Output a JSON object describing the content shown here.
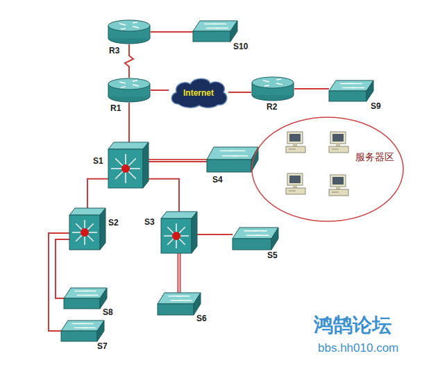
{
  "diagram": {
    "nodes": [
      {
        "text": [
          "R3"
        ]
      },
      {
        "text": [
          "S10"
        ]
      },
      {
        "text": [
          "R1"
        ]
      },
      {
        "text": [
          "Internet"
        ]
      },
      {
        "text": [
          "R2"
        ]
      },
      {
        "text": [
          "S9"
        ]
      },
      {
        "text": [
          "S1"
        ]
      },
      {
        "text": [
          "S4"
        ]
      },
      {
        "text": [
          "服务器区"
        ]
      },
      {
        "text": [
          "S2"
        ]
      },
      {
        "text": [
          "S3"
        ]
      },
      {
        "text": [
          "S5"
        ]
      },
      {
        "text": [
          "S8"
        ]
      },
      {
        "text": [
          "S7"
        ]
      },
      {
        "text": [
          "S6"
        ]
      }
    ],
    "edges": [
      {
        "from": 0,
        "to": 1,
        "arrow": "none"
      },
      {
        "from": 0,
        "to": 2,
        "arrow": "none"
      },
      {
        "from": 2,
        "to": 3,
        "arrow": "none"
      },
      {
        "from": 3,
        "to": 4,
        "arrow": "none"
      },
      {
        "from": 4,
        "to": 5,
        "arrow": "none"
      },
      {
        "from": 2,
        "to": 6,
        "arrow": "none"
      },
      {
        "from": 6,
        "to": 7,
        "arrow": "none"
      },
      {
        "from": 6,
        "to": 9,
        "arrow": "none"
      },
      {
        "from": 6,
        "to": 10,
        "arrow": "none"
      },
      {
        "from": 9,
        "to": 12,
        "arrow": "none"
      },
      {
        "from": 9,
        "to": 13,
        "arrow": "none"
      },
      {
        "from": 10,
        "to": 11,
        "arrow": "none"
      },
      {
        "from": 10,
        "to": 14,
        "arrow": "none"
      }
    ],
    "labels": [
      "鸿鹄论坛",
      "bbs.hh010.com"
    ]
  }
}
